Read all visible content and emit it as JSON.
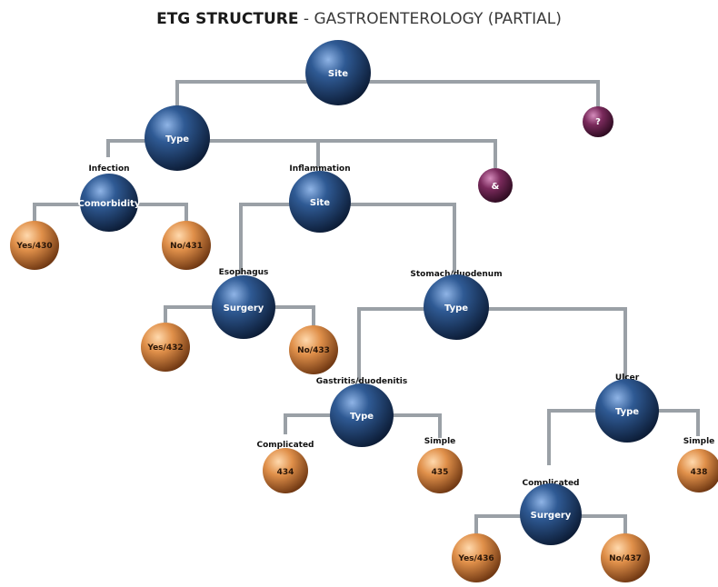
{
  "title": {
    "bold": "ETG STRUCTURE",
    "separator": " - ",
    "rest": "GASTROENTEROLOGY (PARTIAL)"
  },
  "colors": {
    "decision": "#1f3f6e",
    "outcome": "#d98a45",
    "other": "#6b2150",
    "connector": "#9aa0a6"
  },
  "nodes": {
    "root": {
      "label": "Site"
    },
    "type": {
      "label": "Type"
    },
    "comorbidity": {
      "label": "Comorbidity",
      "arc": "Infection"
    },
    "site2": {
      "label": "Site",
      "arc": "Inflammation"
    },
    "surgery": {
      "label": "Surgery",
      "arc": "Esophagus"
    },
    "type2": {
      "label": "Type",
      "arc": "Stomach/duodenum"
    },
    "type3": {
      "label": "Type",
      "arc": "Gastritis/duodenitis"
    },
    "type4": {
      "label": "Type",
      "arc": "Ulcer"
    },
    "surgery2": {
      "label": "Surgery",
      "arc": "Complicated"
    },
    "purple_right": {
      "label": "?"
    },
    "purple_mid": {
      "label": "&"
    },
    "yes430": {
      "label": "Yes/430"
    },
    "no431": {
      "label": "No/431"
    },
    "yes432": {
      "label": "Yes/432"
    },
    "no433": {
      "label": "No/433"
    },
    "n434": {
      "label": "434",
      "arc": "Complicated"
    },
    "n435": {
      "label": "435",
      "arc": "Simple"
    },
    "n438": {
      "label": "438",
      "arc": "Simple"
    },
    "yes436": {
      "label": "Yes/436"
    },
    "no437": {
      "label": "No/437"
    }
  }
}
